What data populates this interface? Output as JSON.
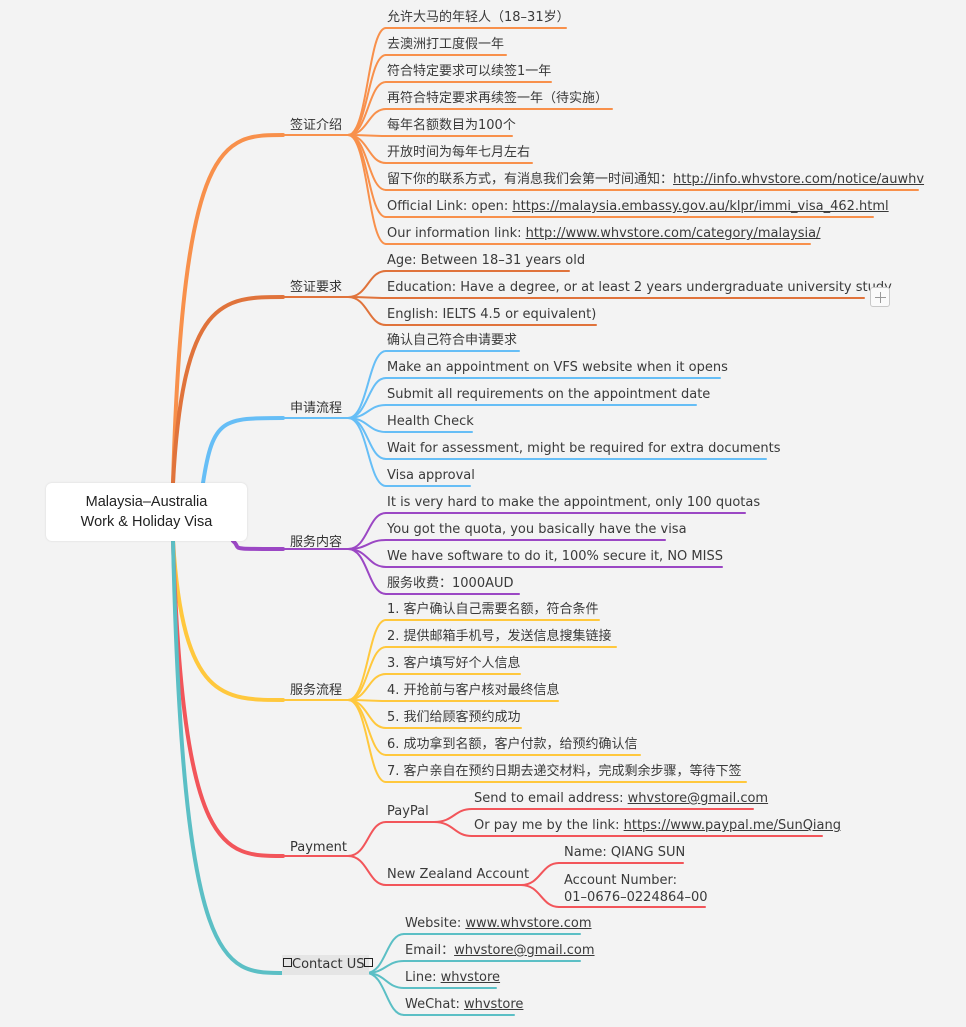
{
  "root": {
    "line1": "Malaysia–Australia",
    "line2": "Work & Holiday Visa"
  },
  "branches": {
    "visa_intro": {
      "label": "签证介绍",
      "color": "#F8904B",
      "items": [
        "允许大马的年轻人（18–31岁）",
        "去澳洲打工度假一年",
        "符合特定要求可以续签1一年",
        "再符合特定要求再续签一年（待实施）",
        "每年名额数目为100个",
        "开放时间为每年七月左右",
        {
          "prefix": "留下你的联系方式，有消息我们会第一时间通知：",
          "link": "http://info.whvstore.com/notice/auwhv"
        },
        {
          "prefix": "Official Link: open: ",
          "link": "https://malaysia.embassy.gov.au/klpr/immi_visa_462.html"
        },
        {
          "prefix": "Our information link: ",
          "link": "http://www.whvstore.com/category/malaysia/"
        }
      ]
    },
    "visa_req": {
      "label": "签证要求",
      "color": "#E0733B",
      "items": [
        "Age: Between 18–31 years old",
        "Education: Have a degree, or at least 2 years undergraduate university study",
        "English:  IELTS 4.5 or equivalent)"
      ]
    },
    "apply_flow": {
      "label": "申请流程",
      "color": "#66BEF6",
      "items": [
        "确认自己符合申请要求",
        "Make an appointment on VFS website when it opens",
        "Submit all requirements on the appointment date",
        "Health Check",
        "Wait for assessment, might be required for extra documents",
        "Visa approval"
      ]
    },
    "service_content": {
      "label": "服务内容",
      "color": "#9B47C4",
      "items": [
        "It is very hard to make the appointment, only 100 quotas",
        "You got the quota, you basically have the visa",
        "We have software to do it, 100% secure it, NO MISS",
        "服务收费：1000AUD"
      ]
    },
    "service_flow": {
      "label": "服务流程",
      "color": "#FFC83D",
      "items": [
        "1. 客户确认自己需要名额，符合条件",
        "2. 提供邮箱手机号，发送信息搜集链接",
        "3. 客户填写好个人信息",
        "4. 开抢前与客户核对最终信息",
        "5. 我们给顾客预约成功",
        "6. 成功拿到名额，客户付款，给预约确认信",
        "7. 客户亲自在预约日期去递交材料，完成剩余步骤，等待下签"
      ]
    },
    "payment": {
      "label": "Payment",
      "color": "#F2555A",
      "paypal": {
        "label": "PayPal",
        "items": [
          {
            "prefix": "Send to email address: ",
            "link": "whvstore@gmail.com"
          },
          {
            "prefix": "Or pay me by the link: ",
            "link": "https://www.paypal.me/SunQiang"
          }
        ]
      },
      "nz": {
        "label": "New Zealand Account",
        "name": "Name: QIANG SUN",
        "account_line1": "Account Number:",
        "account_line2": "01–0676–0224864–00"
      }
    },
    "contact": {
      "label": "Contact US",
      "color": "#5BBFC5",
      "items": [
        {
          "prefix": "Website: ",
          "link": "www.whvstore.com"
        },
        {
          "prefix": "Email：",
          "link": "whvstore@gmail.com"
        },
        {
          "prefix": "Line: ",
          "link": "whvstore"
        },
        {
          "prefix": "WeChat: ",
          "link": "whvstore"
        }
      ]
    }
  }
}
